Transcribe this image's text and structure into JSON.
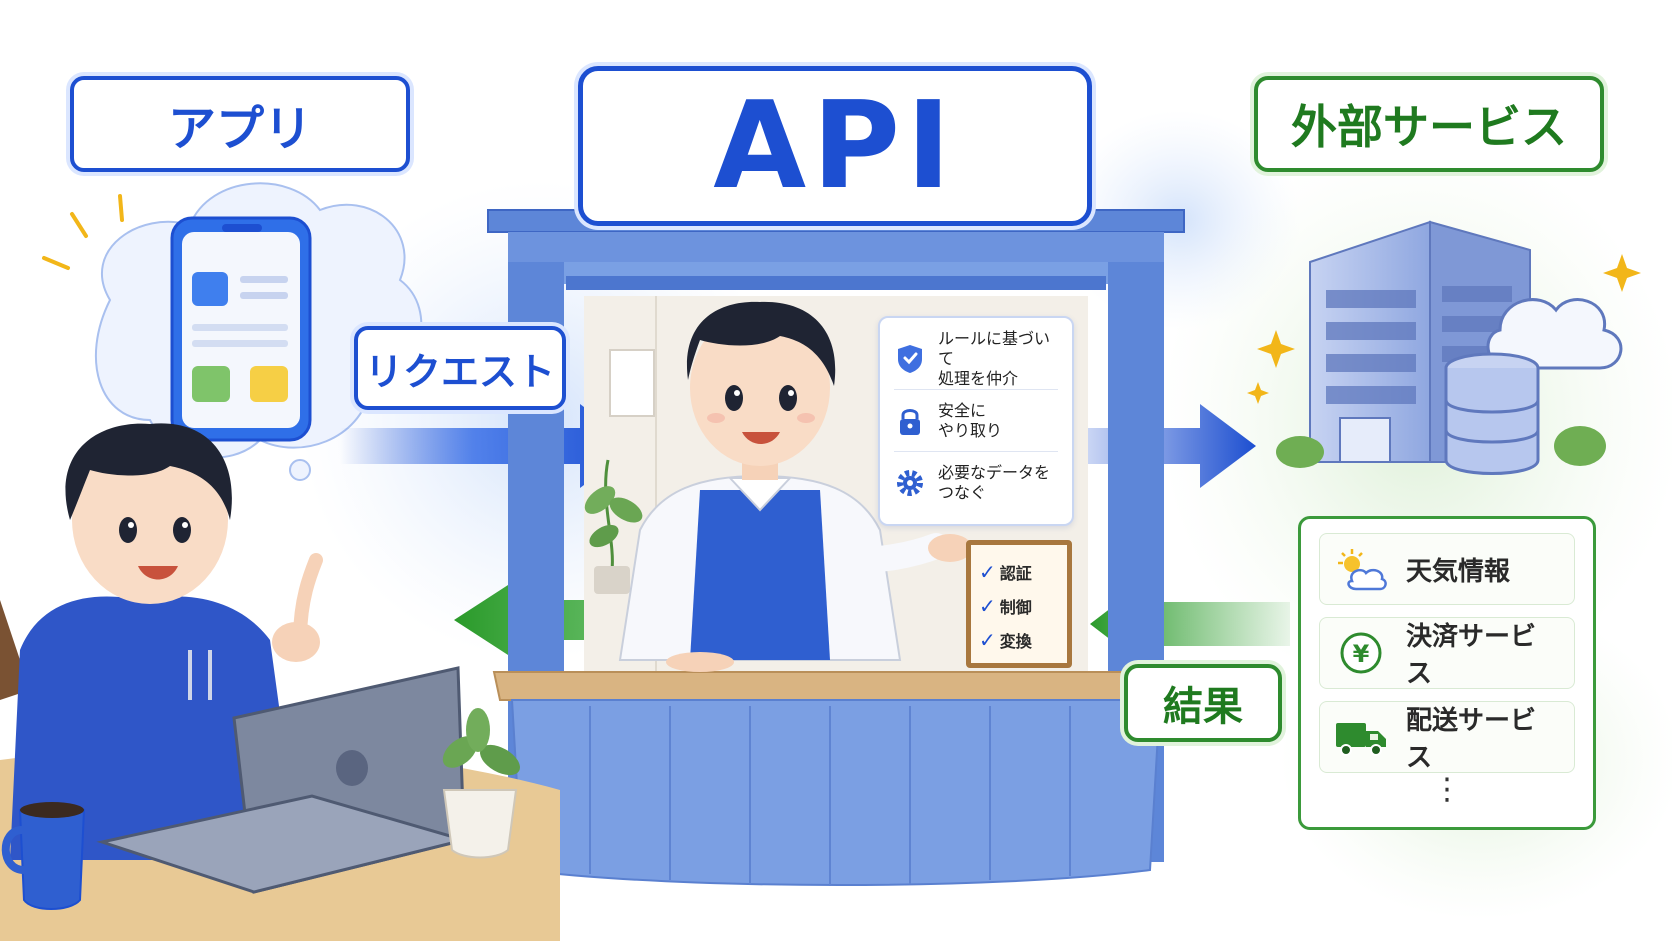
{
  "labels": {
    "app": "アプリ",
    "api": "API",
    "external": "外部サービス",
    "request": "リクエスト",
    "result": "結果"
  },
  "window_panel": {
    "items": [
      {
        "icon": "shield-icon",
        "text": "ルールに基づいて\n処理を仲介"
      },
      {
        "icon": "lock-icon",
        "text": "安全に\nやり取り"
      },
      {
        "icon": "gear-icon",
        "text": "必要なデータを\nつなぐ"
      }
    ]
  },
  "sign_board": {
    "items": [
      "認証",
      "制御",
      "変換"
    ]
  },
  "services": {
    "items": [
      {
        "icon": "weather-icon",
        "text": "天気情報"
      },
      {
        "icon": "yen-icon",
        "text": "決済サービス"
      },
      {
        "icon": "truck-icon",
        "text": "配送サービス"
      }
    ],
    "more": "⋮"
  },
  "colors": {
    "blue": "#1d4fd1",
    "green": "#2e8b2e",
    "booth": "#5d86d8",
    "counter": "#d9b482"
  }
}
